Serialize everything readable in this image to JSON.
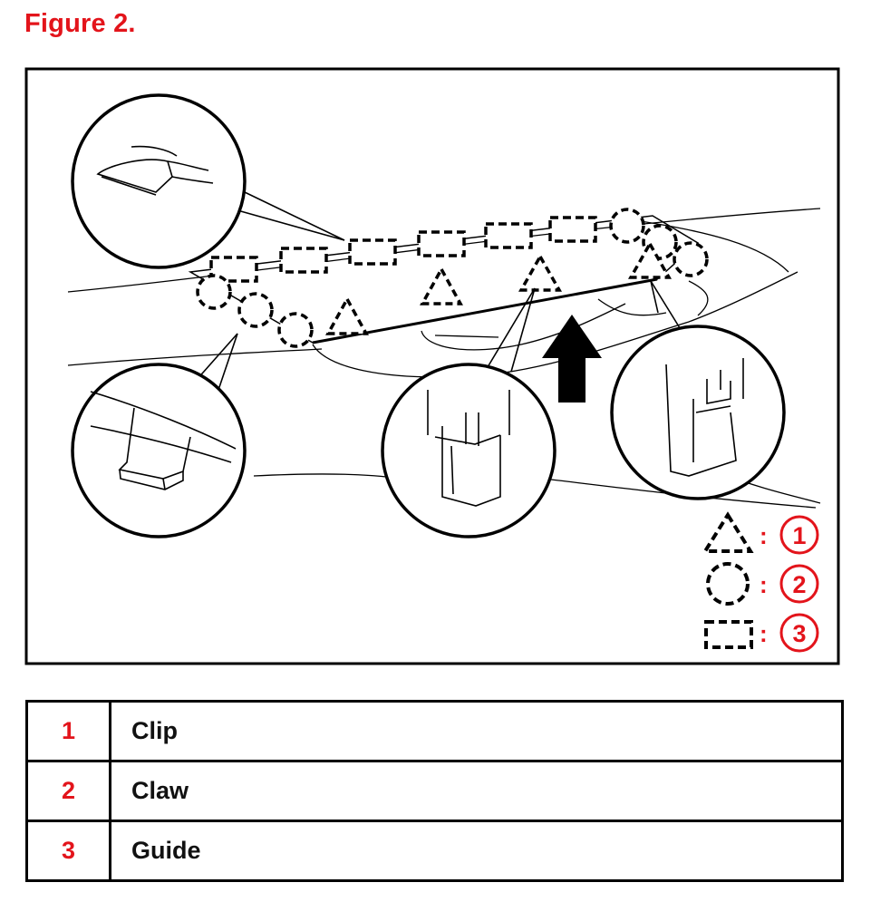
{
  "figure": {
    "title": "Figure 2."
  },
  "diagram": {
    "legend_keys": [
      {
        "symbol": "triangle",
        "separator": ":",
        "number": "1"
      },
      {
        "symbol": "circle",
        "separator": ":",
        "number": "2"
      },
      {
        "symbol": "rectangle",
        "separator": ":",
        "number": "3"
      }
    ]
  },
  "legend_table": {
    "rows": [
      {
        "number": "1",
        "label": "Clip"
      },
      {
        "number": "2",
        "label": "Claw"
      },
      {
        "number": "3",
        "label": "Guide"
      }
    ]
  },
  "colors": {
    "accent_red": "#e3141b",
    "line_black": "#000000"
  }
}
